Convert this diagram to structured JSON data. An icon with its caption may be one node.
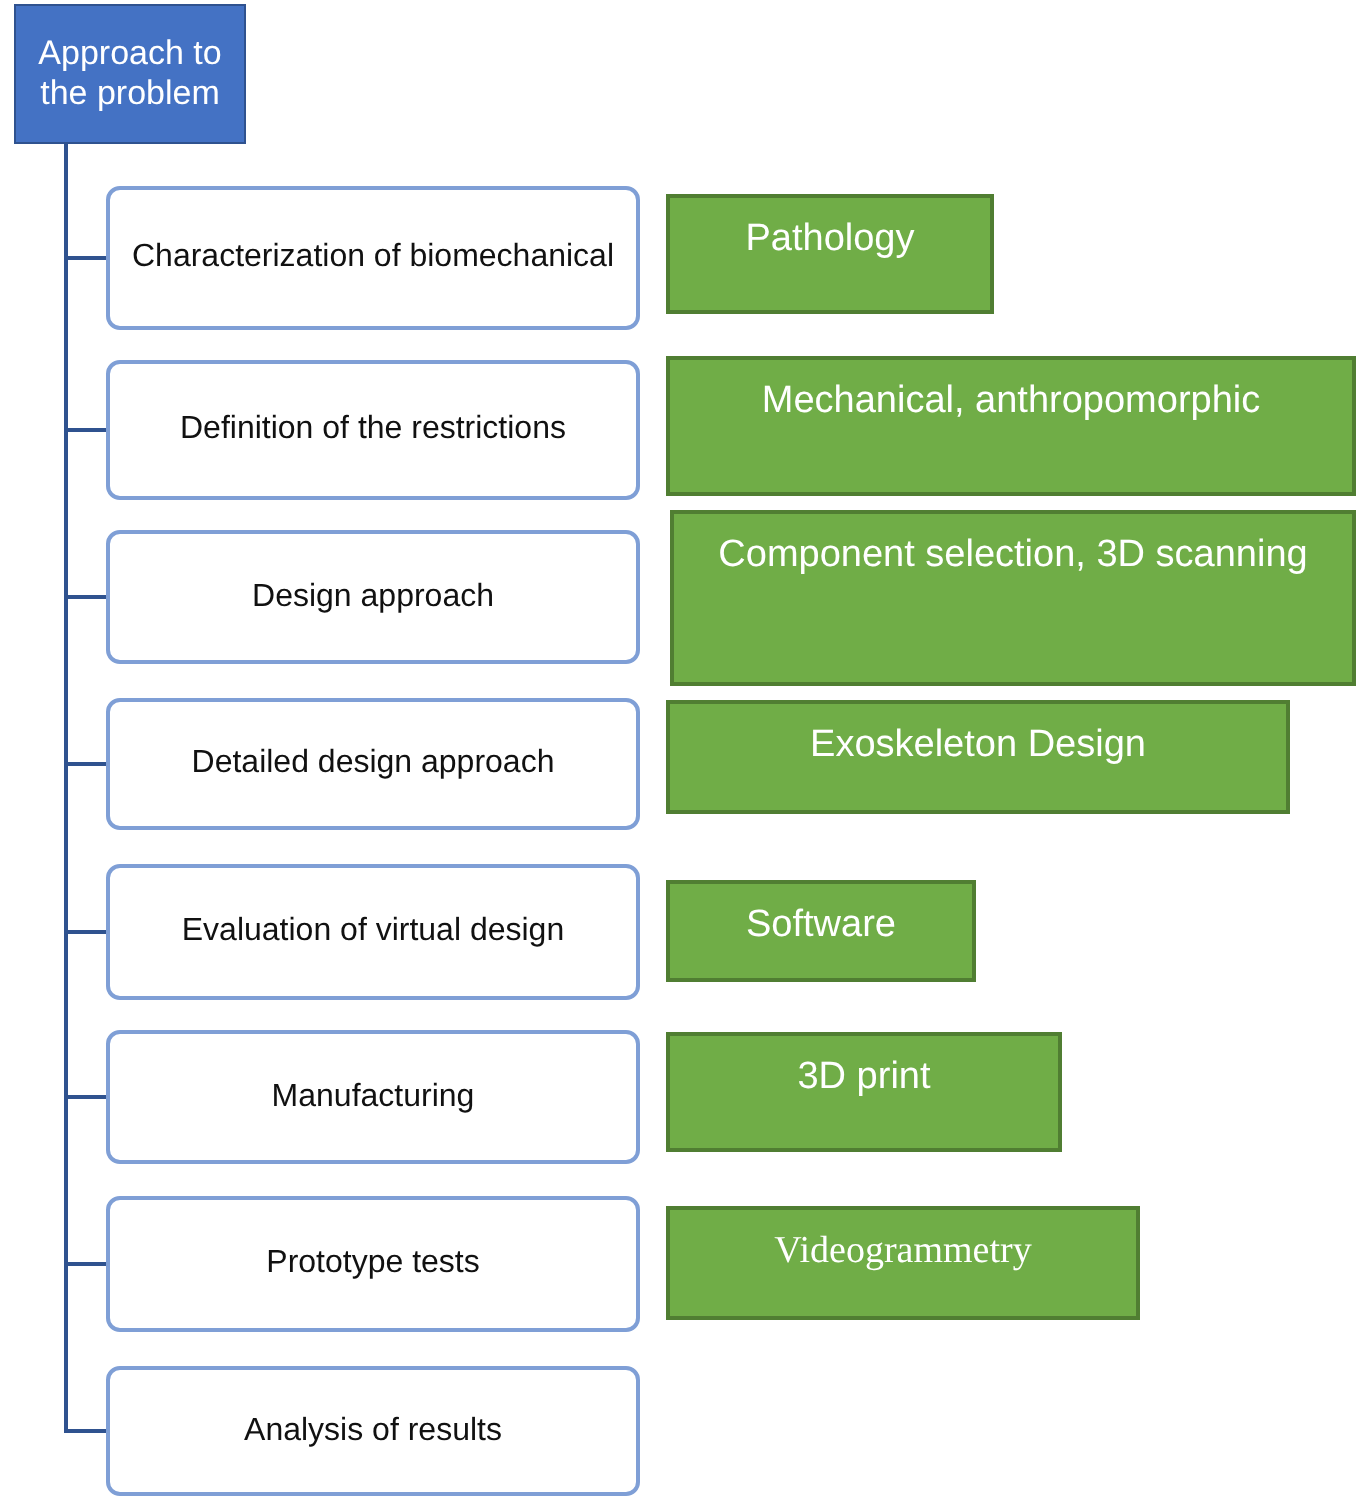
{
  "diagram": {
    "nodes": [
      {
        "text": [
          "Approach to the problem"
        ]
      },
      {
        "text": [
          "Characterization of biomechanical"
        ]
      },
      {
        "text": [
          "Pathology"
        ]
      },
      {
        "text": [
          "Definition of the restrictions"
        ]
      },
      {
        "text": [
          "Mechanical, anthropomorphic"
        ]
      },
      {
        "text": [
          "Design approach"
        ]
      },
      {
        "text": [
          "Component selection, 3D scanning"
        ]
      },
      {
        "text": [
          "Detailed design approach"
        ]
      },
      {
        "text": [
          "Exoskeleton Design"
        ]
      },
      {
        "text": [
          "Evaluation of virtual design"
        ]
      },
      {
        "text": [
          "Software"
        ]
      },
      {
        "text": [
          "Manufacturing"
        ]
      },
      {
        "text": [
          "3D print"
        ]
      },
      {
        "text": [
          "Prototype tests"
        ]
      },
      {
        "text": [
          "Videogrammetry"
        ]
      },
      {
        "text": [
          "Analysis of results"
        ]
      }
    ],
    "edges": [
      {
        "from": 0,
        "to": 1,
        "arrow": "none"
      },
      {
        "from": 0,
        "to": 3,
        "arrow": "none"
      },
      {
        "from": 0,
        "to": 5,
        "arrow": "none"
      },
      {
        "from": 0,
        "to": 7,
        "arrow": "none"
      },
      {
        "from": 0,
        "to": 9,
        "arrow": "none"
      },
      {
        "from": 0,
        "to": 11,
        "arrow": "none"
      },
      {
        "from": 0,
        "to": 13,
        "arrow": "none"
      },
      {
        "from": 0,
        "to": 15,
        "arrow": "none"
      }
    ]
  }
}
